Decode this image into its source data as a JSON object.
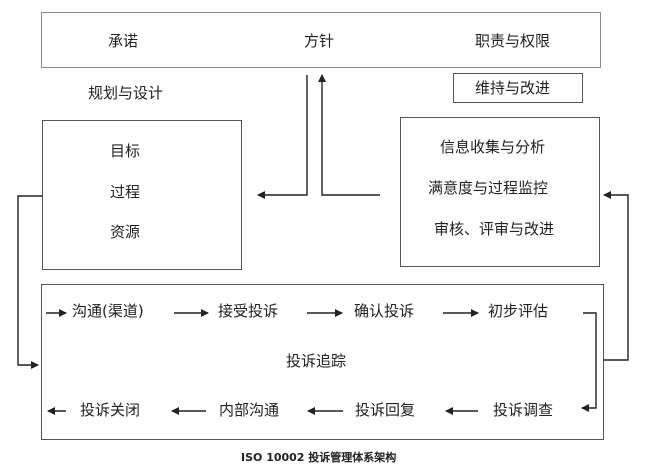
{
  "top_bar": {
    "left": "承诺",
    "center": "方针",
    "right": "职责与权限"
  },
  "planning_label": "规划与设计",
  "maintain_box": "维持与改进",
  "planning_box": {
    "items": [
      "目标",
      "过程",
      "资源"
    ]
  },
  "monitor_box": {
    "items": [
      "信息收集与分析",
      "满意度与过程监控",
      "审核、评审与改进"
    ]
  },
  "process_box": {
    "row1": [
      "沟通(渠道)",
      "接受投诉",
      "确认投诉",
      "初步评估"
    ],
    "center": "投诉追踪",
    "row3": [
      "投诉关闭",
      "内部沟通",
      "投诉回复",
      "投诉调查"
    ]
  },
  "caption": "ISO 10002 投诉管理体系架构"
}
